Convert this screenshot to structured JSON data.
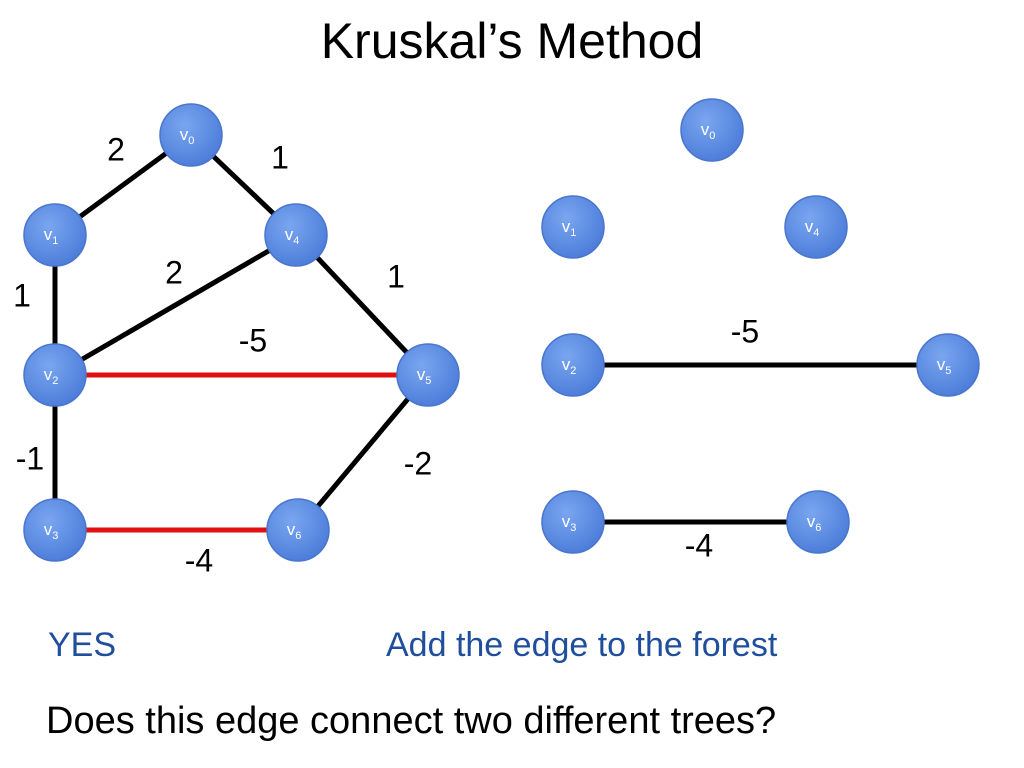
{
  "title": "Kruskal’s Method",
  "colors": {
    "node_fill": "#5b8ae0",
    "node_stroke": "#4a76cc",
    "edge": "#000000",
    "highlight": "#e01010",
    "accent_text": "#1f4e9c"
  },
  "graph": {
    "nodes": [
      {
        "id": "v0",
        "letter": "v",
        "sub": "0"
      },
      {
        "id": "v1",
        "letter": "v",
        "sub": "1"
      },
      {
        "id": "v2",
        "letter": "v",
        "sub": "2"
      },
      {
        "id": "v3",
        "letter": "v",
        "sub": "3"
      },
      {
        "id": "v4",
        "letter": "v",
        "sub": "4"
      },
      {
        "id": "v5",
        "letter": "v",
        "sub": "5"
      },
      {
        "id": "v6",
        "letter": "v",
        "sub": "6"
      }
    ],
    "edges": [
      {
        "from": "v0",
        "to": "v1",
        "weight": "2",
        "highlighted": false
      },
      {
        "from": "v0",
        "to": "v4",
        "weight": "1",
        "highlighted": false
      },
      {
        "from": "v1",
        "to": "v2",
        "weight": "1",
        "highlighted": false
      },
      {
        "from": "v2",
        "to": "v4",
        "weight": "2",
        "highlighted": false
      },
      {
        "from": "v4",
        "to": "v5",
        "weight": "1",
        "highlighted": false
      },
      {
        "from": "v2",
        "to": "v5",
        "weight": "-5",
        "highlighted": true
      },
      {
        "from": "v2",
        "to": "v3",
        "weight": "-1",
        "highlighted": false
      },
      {
        "from": "v5",
        "to": "v6",
        "weight": "-2",
        "highlighted": false
      },
      {
        "from": "v3",
        "to": "v6",
        "weight": "-4",
        "highlighted": true
      }
    ]
  },
  "forest": {
    "nodes": [
      {
        "id": "v0",
        "letter": "v",
        "sub": "0"
      },
      {
        "id": "v1",
        "letter": "v",
        "sub": "1"
      },
      {
        "id": "v4",
        "letter": "v",
        "sub": "4"
      },
      {
        "id": "v2",
        "letter": "v",
        "sub": "2"
      },
      {
        "id": "v5",
        "letter": "v",
        "sub": "5"
      },
      {
        "id": "v3",
        "letter": "v",
        "sub": "3"
      },
      {
        "id": "v6",
        "letter": "v",
        "sub": "6"
      }
    ],
    "edges": [
      {
        "from": "v2",
        "to": "v5",
        "weight": "-5"
      },
      {
        "from": "v3",
        "to": "v6",
        "weight": "-4"
      }
    ]
  },
  "answer": "YES",
  "action": "Add the edge to the forest",
  "question": "Does this edge connect two different trees?"
}
